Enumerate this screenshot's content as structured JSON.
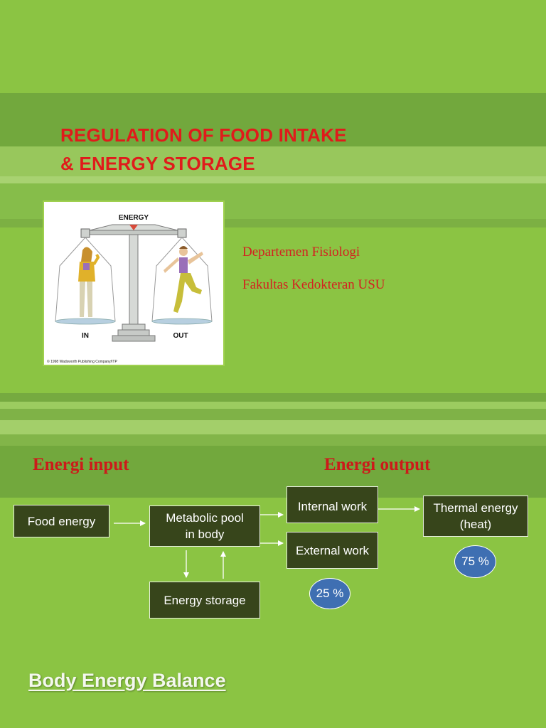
{
  "colors": {
    "background": "#8bc443",
    "band_dark": "#72a83d",
    "band_light": "#9cc864",
    "title_red": "#e01b1b",
    "box_fill": "#37451b",
    "percent_fill": "#3f6fb2"
  },
  "title": {
    "line1": "REGULATION OF FOOD INTAKE",
    "line2": "& ENERGY STORAGE"
  },
  "illustration": {
    "label_energy": "ENERGY",
    "label_in": "IN",
    "label_out": "OUT",
    "copyright": "© 1998 Wadsworth Publishing Company/ITP"
  },
  "department": {
    "line1": "Departemen Fisiologi",
    "line2": "Fakultas Kedokteran USU"
  },
  "headings": {
    "input": "Energi input",
    "output": "Energi output"
  },
  "diagram": {
    "food_energy": "Food energy",
    "metabolic_pool_line1": "Metabolic pool",
    "metabolic_pool_line2": "in body",
    "energy_storage": "Energy storage",
    "internal_work": "Internal work",
    "external_work": "External work",
    "thermal_line1": "Thermal energy",
    "thermal_line2": "(heat)",
    "pct_work": "25 %",
    "pct_heat": "75 %"
  },
  "footer": {
    "title": "Body Energy Balance"
  }
}
